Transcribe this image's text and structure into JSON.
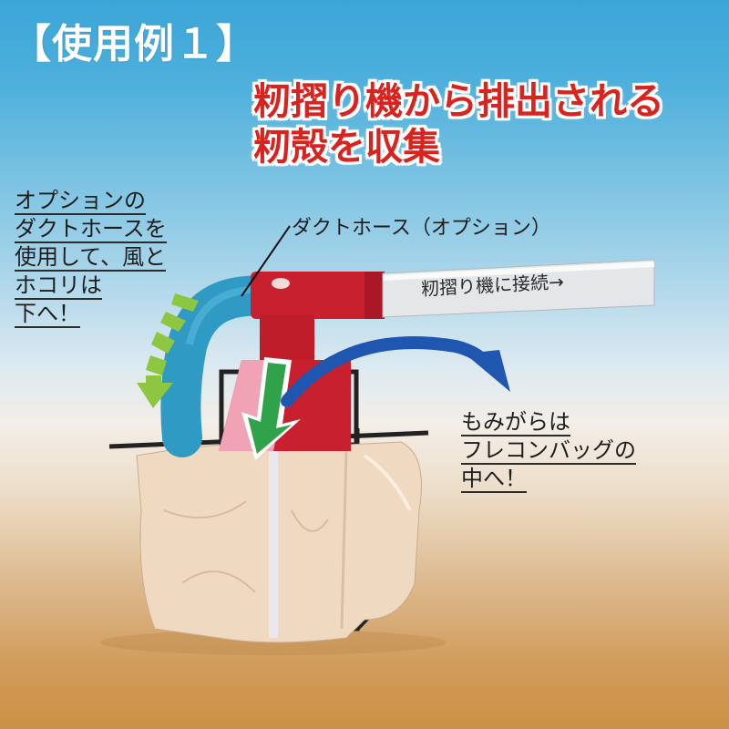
{
  "title_badge": "【使用例１】",
  "headline": {
    "line1": "籾摺り機から排出される",
    "line2": "籾殻を収集",
    "color": "#d8231e"
  },
  "left_note": {
    "lines": [
      "オプションの",
      "ダクトホースを",
      "使用して、風と",
      "ホコリは",
      "下へ！"
    ]
  },
  "callout": {
    "label": "ダクトホース（オプション）"
  },
  "pipe": {
    "label": "籾摺り機に接続→"
  },
  "right_note": {
    "lines": [
      "もみがらは",
      "フレコンバッグの",
      "中へ！"
    ]
  },
  "colors": {
    "sky_top": "#3aa6d8",
    "ground": "#cc9143",
    "machine_red": "#c8202e",
    "hose_blue": "#2f9bc4",
    "arrow_green": "#2fa24a",
    "arrow_light_green": "#8dc63f",
    "arrow_blue": "#1f56b0",
    "bag": "#efd9c0"
  }
}
